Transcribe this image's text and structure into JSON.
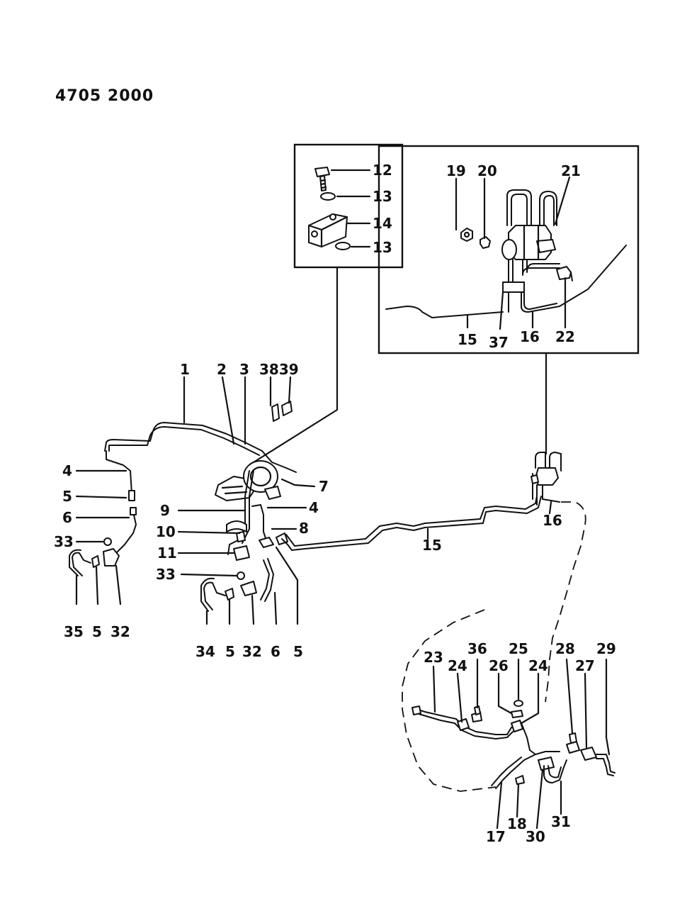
{
  "diagram": {
    "header": "4705  2000",
    "labels": {
      "l1": "1",
      "l2": "2",
      "l3": "3",
      "l3839": "3839",
      "l4a": "4",
      "l4b": "4",
      "l5a": "5",
      "l5b": "5",
      "l5c": "5",
      "l5d": "5",
      "l6a": "6",
      "l6b": "6",
      "l7": "7",
      "l8": "8",
      "l9": "9",
      "l10": "10",
      "l11": "11",
      "l12": "12",
      "l13a": "13",
      "l13b": "13",
      "l14": "14",
      "l15a": "15",
      "l15b": "15",
      "l16a": "16",
      "l16b": "16",
      "l17": "17",
      "l18": "18",
      "l19": "19",
      "l20": "20",
      "l21": "21",
      "l22": "22",
      "l23": "23",
      "l24a": "24",
      "l24b": "24",
      "l25": "25",
      "l26": "26",
      "l27": "27",
      "l28": "28",
      "l29": "29",
      "l30": "30",
      "l31": "31",
      "l32a": "32",
      "l32b": "32",
      "l33a": "33",
      "l33b": "33",
      "l34": "34",
      "l35": "35",
      "l36": "36",
      "l37": "37"
    }
  }
}
